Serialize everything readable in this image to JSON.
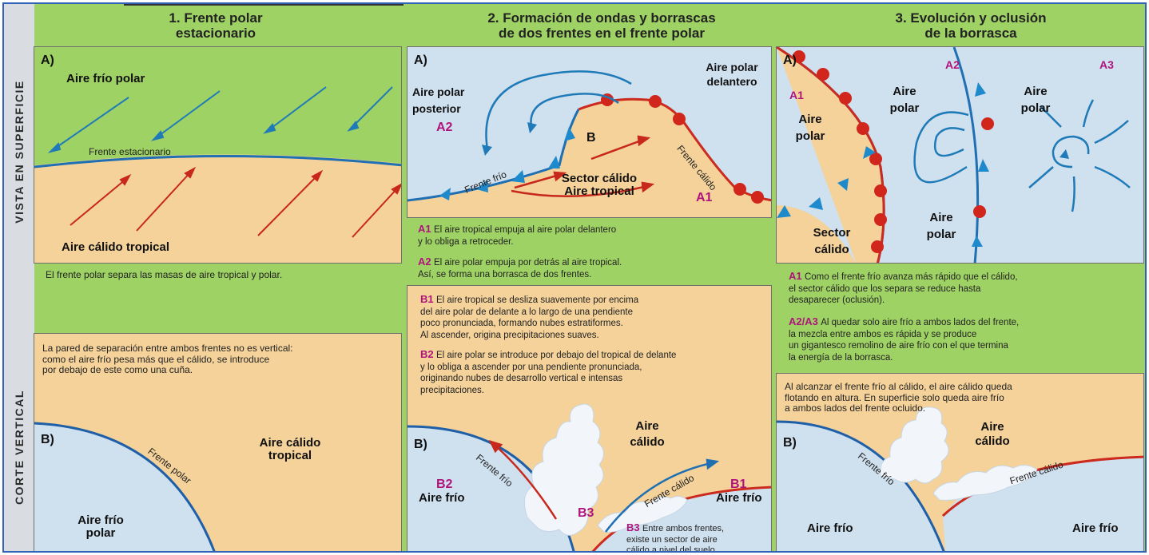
{
  "side_labels": {
    "top": "VISTA EN SUPERFICIE",
    "bottom": "CORTE VERTICAL"
  },
  "columns": [
    {
      "title": "1. Frente polar\nestacionario"
    },
    {
      "title": "2. Formación de ondas y borrascas\nde dos frentes en el frente polar"
    },
    {
      "title": "3. Evolución y oclusión\nde la borrasca"
    }
  ],
  "col1": {
    "a_letter": "A)",
    "cold_label": "Aire frío polar",
    "front_label": "Frente estacionario",
    "warm_label": "Aire cálido tropical",
    "caption": "El frente polar separa las masas de aire tropical y polar.",
    "b_text": "La pared de separación entre ambos frentes no es vertical:\ncomo el aire frío pesa más que el cálido, se introduce\npor debajo de este como una cuña.",
    "b_letter": "B)",
    "b_front": "Frente polar",
    "b_warm": "Aire cálido\ntropical",
    "b_cold": "Aire frío\npolar"
  },
  "col2": {
    "a_letter": "A)",
    "posterior": "Aire polar\nposterior",
    "delantero": "Aire polar\ndelantero",
    "a2": "A2",
    "b": "B",
    "frente_frio": "Frente frío",
    "frente_calido": "Frente cálido",
    "sector": "Sector cálido\nAire tropical",
    "a1": "A1",
    "note_a1_tag": "A1",
    "note_a1": "El aire tropical empuja al aire polar delantero\ny lo obliga a retroceder.",
    "note_a2_tag": "A2",
    "note_a2": "El aire polar empuja por detrás al aire tropical.\nAsí, se forma una borrasca de dos frentes.",
    "b1_tag": "B1",
    "b1_text": "El aire tropical se desliza suavemente por encima\ndel aire polar de delante a lo largo de una pendiente\npoco pronunciada, formando nubes estratiformes.\nAl ascender, origina precipitaciones suaves.",
    "b2_tag": "B2",
    "b2_text": "El aire polar se introduce por debajo del tropical de delante\ny lo obliga a ascender por una pendiente pronunciada,\noriginando nubes de desarrollo vertical e intensas\nprecipitaciones.",
    "b_letter": "B)",
    "warm_air": "Aire\ncálido",
    "b_frente_frio": "Frente frío",
    "b_frente_calido": "Frente cálido",
    "b2": "B2",
    "b2_cold": "Aire frío",
    "b1": "B1",
    "b1_cold": "Aire frío",
    "b3": "B3",
    "b3_tag": "B3",
    "b3_text": "Entre ambos frentes,\nexiste un sector de aire\ncálido a nivel del suelo."
  },
  "col3": {
    "a_letter": "A)",
    "a1": "A1",
    "a1_air": "Aire\npolar",
    "a2": "A2",
    "a2_air": "Aire\npolar",
    "a3": "A3",
    "a3_air": "Aire\npolar",
    "sector": "Sector\ncálido",
    "lower_air": "Aire\npolar",
    "note_a1_tag": "A1",
    "note_a1": "Como el frente frío avanza más rápido que el cálido,\nel sector cálido que los separa se reduce hasta\ndesaparecer (oclusión).",
    "note_a2a3_tag": "A2/A3",
    "note_a2a3": "Al quedar solo aire frío a ambos lados del frente,\nla mezcla entre ambos es rápida y se produce\nun gigantesco remolino de aire frío con el que termina\nla energía de la borrasca.",
    "b_text": "Al alcanzar el frente frío al cálido, el aire cálido queda\nflotando en altura. En superficie solo queda aire frío\na ambos lados del frente ocluido.",
    "b_letter": "B)",
    "warm_air": "Aire\ncálido",
    "b_frente_frio": "Frente frío",
    "b_frente_calido": "Frente cálido",
    "cold_left": "Aire frío",
    "cold_right": "Aire frío"
  },
  "colors": {
    "cold_front": "#1f6fb2",
    "warm_front": "#cc2a1e",
    "cold_air": "#cfe0ef",
    "warm_air": "#f4d29a",
    "background": "#9fd264"
  }
}
